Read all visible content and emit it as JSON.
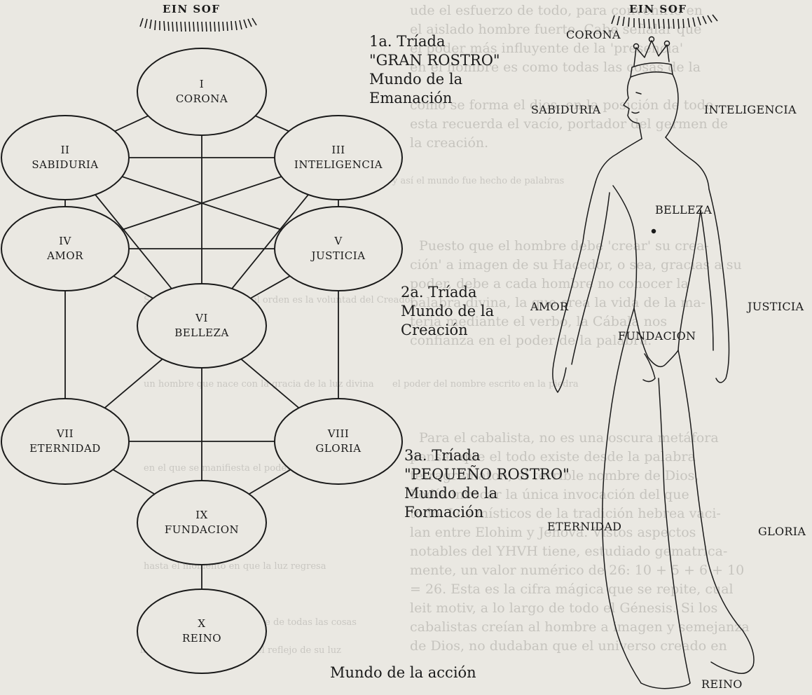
{
  "diagram": {
    "title_left": "EIN SOF",
    "nodes": [
      {
        "numeral": "I",
        "name": "CORONA"
      },
      {
        "numeral": "II",
        "name": "SABIDURIA"
      },
      {
        "numeral": "III",
        "name": "INTELIGENCIA"
      },
      {
        "numeral": "IV",
        "name": "AMOR"
      },
      {
        "numeral": "V",
        "name": "JUSTICIA"
      },
      {
        "numeral": "VI",
        "name": "BELLEZA"
      },
      {
        "numeral": "VII",
        "name": "ETERNIDAD"
      },
      {
        "numeral": "VIII",
        "name": "GLORIA"
      },
      {
        "numeral": "IX",
        "name": "FUNDACION"
      },
      {
        "numeral": "X",
        "name": "REINO"
      }
    ],
    "triads": [
      {
        "line1": "1a. Tríada",
        "line2": "\"GRAN ROSTRO\"",
        "line3": "Mundo de la",
        "line4": "Emanación"
      },
      {
        "line1": "2a. Tríada",
        "line2": "Mundo de la",
        "line3": "Creación"
      },
      {
        "line1": "3a. Tríada",
        "line2": "\"PEQUEÑO ROSTRO\"",
        "line3": "Mundo de la",
        "line4": "Formación"
      }
    ],
    "bottom_caption": "Mundo de la acción"
  },
  "figure": {
    "title": "EIN SOF",
    "labels": {
      "corona": "CORONA",
      "sabiduria": "SABIDURIA",
      "inteligencia": "INTELIGENCIA",
      "belleza": "BELLEZA",
      "amor": "AMOR",
      "justicia": "JUSTICIA",
      "fundacion": "FUNDACION",
      "eternidad": "ETERNIDAD",
      "gloria": "GLORIA",
      "reino": "REINO"
    }
  },
  "background_text": [
    "ude el esfuerzo de todo, para convenirlo en",
    "el aislado hombre fuerte. Cabe señalar que",
    "el poder más influyente de la 'presencia'",
    "en el hombre es como todas las cosas de la",
    "como se forma el dios, en la posición de todo",
    "esta recuerda el vacío, portador del germen de",
    "la creación.",
    "Puesto que el hombre debe 'crear' su crea-",
    "ción' a imagen de su Hacedor, o sea, gracias a su",
    "poder, debe a cada hombre no conocer la",
    "palabra divina, la que crea la vida de la ma-",
    "teria mediante el verbo, la Cábala nos",
    "confianza en el poder de la palabra.",
    "Para el cabalista, no es una oscura metáfora",
    "pensar que el todo existe desde la palabra",
    "tetragrámaton, el terrible nombre de Dios,",
    "Podía invocar la única invocación del que",
    "todo. Los místicos de la tradición hebrea vaci-",
    "lan entre Elohim y Jehová. Vistos aspectos",
    "notables del YHVH tiene, estudiado gematrica-",
    "mente, un valor numérico de 26: 10 + 5 + 6 + 10",
    "= 26. Esta es la cifra mágica que se repite, cual",
    "leit motiv, a lo largo de todo el Génesis. Si los",
    "cabalistas creían al hombre a imagen y semejanza",
    "de Dios, no dudaban que el universo creado en"
  ],
  "background_small_text": [
    "Siguiendo la tradición, el orden es la voluntad del Creador",
    "un hombre que nace con la gracia de la luz divina",
    "en el que se manifiesta el poder de la palabra",
    "hasta el momento en que la luz regresa",
    "el que sabe el nombre de todas las cosas",
    "la sombra de su sombra, el reflejo de su luz",
    "el poder del nombre escrito en la piedra",
    "y así el mundo fue hecho de palabras"
  ]
}
